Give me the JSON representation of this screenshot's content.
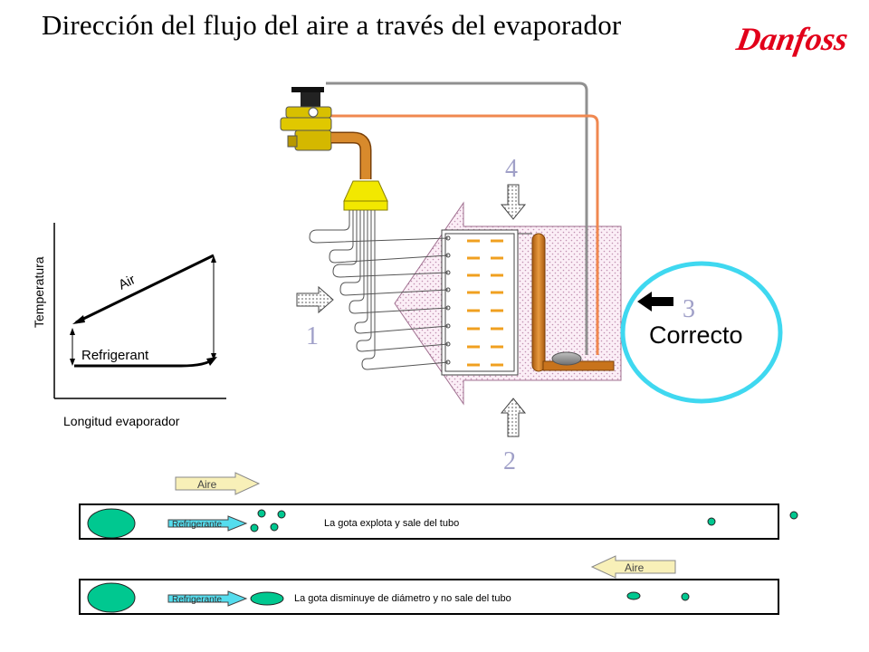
{
  "title": "Dirección del flujo del aire a través del evaporador",
  "logo": {
    "text": "Danfoss",
    "color": "#e2001a"
  },
  "graph": {
    "y_label": "Temperatura",
    "x_label": "Longitud evaporador",
    "air_label": "Air",
    "refrigerant_label": "Refrigerant"
  },
  "numbers": {
    "n1": "1",
    "n2": "2",
    "n3": "3",
    "n4": "4"
  },
  "result_label": "Correcto",
  "tube1": {
    "air_label": "Aire",
    "refrigerant_label": "Refrigerante",
    "caption": "La gota explota y sale del tubo"
  },
  "tube2": {
    "air_label": "Aire",
    "refrigerant_label": "Refrigerante",
    "caption": "La gota disminuye de diámetro y no sale del tubo"
  },
  "colors": {
    "evaporator_fill": "#f5e6f0",
    "copper": "#c8731c",
    "capillary": "#f08850",
    "sensor_line": "#808080",
    "circle": "#3fd8f0",
    "droplet": "#00c890",
    "number_color": "#a0a0c8",
    "refrigerant_arrow": "#55ddee",
    "air_arrow": "#f8f0b8"
  }
}
